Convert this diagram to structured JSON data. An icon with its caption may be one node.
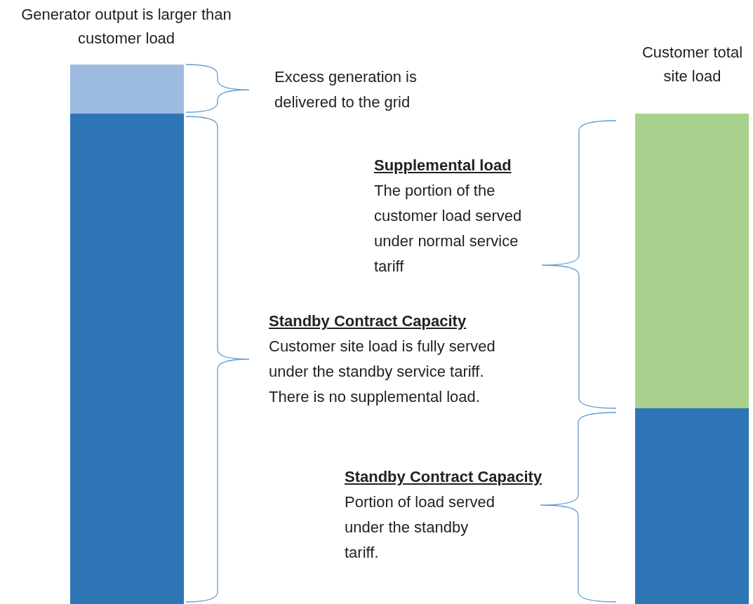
{
  "diagram": {
    "nodes": [
      {
        "text": [
          "Generator output is larger than customer load"
        ]
      },
      {
        "text": [],
        "shape": "bar",
        "in": 0
      },
      {
        "text": [],
        "shape": "bar",
        "in": 0
      },
      {
        "text": [
          "Customer total site load"
        ]
      },
      {
        "text": [],
        "shape": "bar",
        "in": 3
      },
      {
        "text": [],
        "shape": "bar",
        "in": 3
      }
    ],
    "edges": [],
    "labels": [
      "Excess generation is delivered to the grid",
      "Supplemental load",
      "The portion of the customer load served under normal service tariff",
      "Standby Contract Capacity",
      "Customer site load is fully served under the standby service tariff. There is no supplemental load.",
      "Standby Contract Capacity",
      "Portion of load served under the standby tariff."
    ]
  }
}
